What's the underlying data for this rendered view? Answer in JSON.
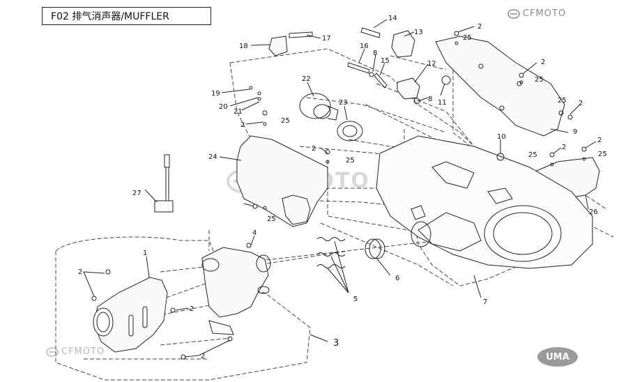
{
  "title": "F02 排气消声器/MUFFLER",
  "brand_mark": "CFMOTO",
  "watermark_text": "CFMOTO",
  "dealer_logo_text": "UMA",
  "colors": {
    "line": "#222222",
    "watermark": "#d9d9d9",
    "brand_gray": "#8a8a8a"
  },
  "callouts": {
    "c1": "1",
    "c2a": "2",
    "c2b": "2",
    "c2c": "2",
    "c2d": "2",
    "c2e": "2",
    "c2f": "2",
    "c2g": "2",
    "c2h": "2",
    "c2i": "2",
    "c2j": "2",
    "c3": "3",
    "c4": "4",
    "c5": "5",
    "c6": "6",
    "c7": "7",
    "c8a": "8",
    "c8b": "8",
    "c9": "9",
    "c10": "10",
    "c11": "11",
    "c12": "12",
    "c13": "13",
    "c14": "14",
    "c15": "15",
    "c16": "16",
    "c17": "17",
    "c18": "18",
    "c19": "19",
    "c20": "20",
    "c21": "21",
    "c22": "22",
    "c23": "23",
    "c24": "24",
    "c25a": "25",
    "c25b": "25",
    "c25c": "25",
    "c25d": "25",
    "c25e": "25",
    "c25f": "25",
    "c25g": "25",
    "c25h": "25",
    "c26": "26",
    "c27": "27"
  }
}
